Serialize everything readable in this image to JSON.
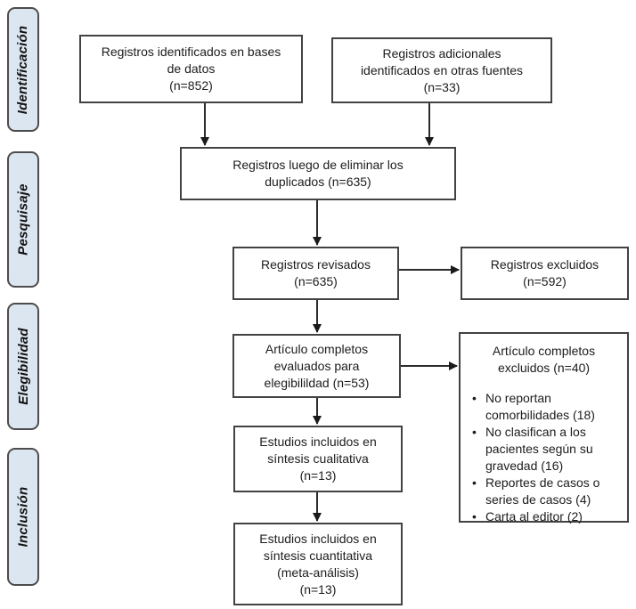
{
  "diagram": {
    "type": "prisma-flow",
    "language": "es"
  },
  "stages": [
    {
      "label": "Identificación"
    },
    {
      "label": "Pesquisaje"
    },
    {
      "label": "Elegibilidad"
    },
    {
      "label": "Inclusión"
    }
  ],
  "boxes": {
    "identified_db": {
      "lines": [
        "Registros identificados en bases",
        "de datos",
        "(n=852)"
      ]
    },
    "identified_other": {
      "lines": [
        "Registros adicionales",
        "identificados en otras fuentes",
        "(n=33)"
      ]
    },
    "after_duplicates": {
      "lines": [
        "Registros luego de eliminar los",
        "duplicados (n=635)"
      ]
    },
    "screened": {
      "lines": [
        "Registros revisados",
        "(n=635)"
      ]
    },
    "excluded_screened": {
      "lines": [
        "Registros excluidos",
        "(n=592)"
      ]
    },
    "fulltext_assessed": {
      "lines": [
        "Artículo completos",
        "evaluados para",
        "elegibilildad (n=53)"
      ]
    },
    "fulltext_excluded": {
      "title_lines": [
        "Artículo completos",
        "excluidos (n=40)"
      ],
      "reasons": [
        "No reportan comorbilidades (18)",
        "No clasifican a los pacientes según su gravedad (16)",
        "Reportes de casos o series de casos (4)",
        "Carta al editor (2)"
      ]
    },
    "qualitative": {
      "lines": [
        "Estudios incluidos en",
        "síntesis cualitativa",
        "(n=13)"
      ]
    },
    "quantitative": {
      "lines": [
        "Estudios incluidos en",
        "síntesis cuantitativa",
        "(meta-análisis)",
        "(n=13)"
      ]
    }
  },
  "colors": {
    "stage_fill": "#dce6f1",
    "stage_border": "#4c4c4c",
    "box_border": "#424242",
    "arrow": "#2b2b2b",
    "text": "#1c1c1c"
  }
}
